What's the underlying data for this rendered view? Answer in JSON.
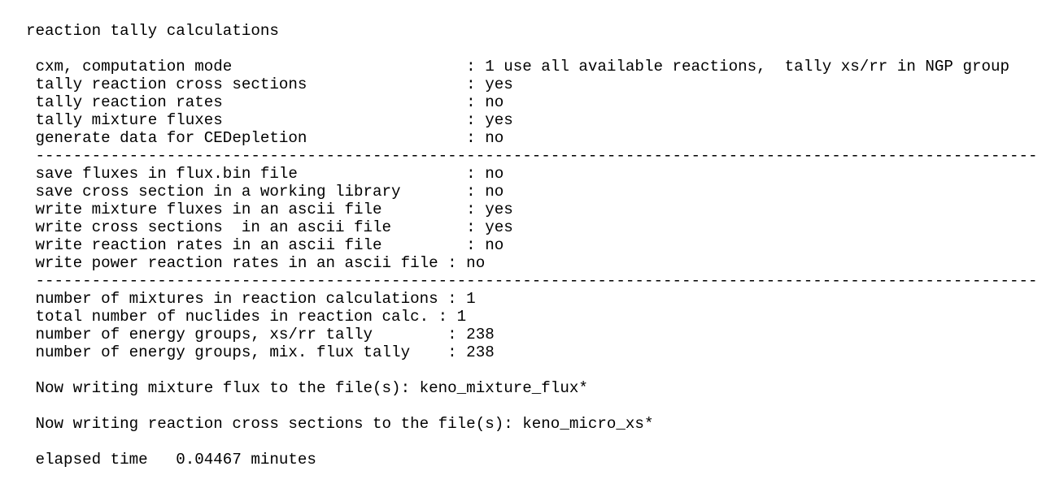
{
  "title": "reaction tally calculations",
  "settings": [
    "cxm, computation mode                         : 1 use all available reactions,  tally xs/rr in NGP group",
    "tally reaction cross sections                 : yes",
    "tally reaction rates                          : no",
    "tally mixture fluxes                          : yes",
    "generate data for CEDepletion                 : no"
  ],
  "separator_1": "-----------------------------------------------------------------------------------------------------------",
  "output_options": [
    "save fluxes in flux.bin file                  : no",
    "save cross section in a working library       : no",
    "write mixture fluxes in an ascii file         : yes",
    "write cross sections  in an ascii file        : yes",
    "write reaction rates in an ascii file         : no",
    "write power reaction rates in an ascii file : no"
  ],
  "separator_2": "-----------------------------------------------------------------------------------------------------------",
  "counts": [
    "number of mixtures in reaction calculations : 1",
    "total number of nuclides in reaction calc. : 1",
    "number of energy groups, xs/rr tally        : 238",
    "number of energy groups, mix. flux tally    : 238"
  ],
  "messages": {
    "mixture_flux": "Now writing mixture flux to the file(s): keno_mixture_flux*",
    "micro_xs": "Now writing reaction cross sections to the file(s): keno_micro_xs*",
    "elapsed": "elapsed time   0.04467 minutes"
  }
}
